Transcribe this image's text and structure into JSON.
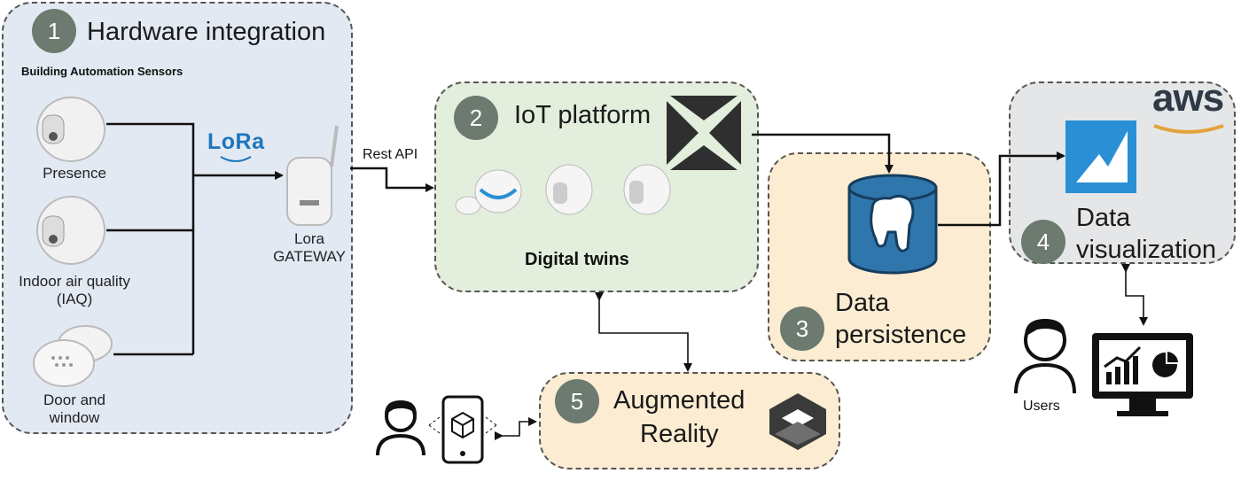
{
  "hardware": {
    "number": "1",
    "title": "Hardware integration",
    "subtitle": "Building Automation Sensors",
    "sensors": [
      "Presence",
      "Indoor air quality",
      "(IAQ)",
      "Door and",
      "window"
    ],
    "lora_logo": "LoRa",
    "gateway": [
      "Lora",
      "GATEWAY"
    ]
  },
  "rest_api": "Rest API",
  "iot": {
    "number": "2",
    "title": "IoT platform",
    "caption": "Digital twins"
  },
  "persistence": {
    "number": "3",
    "title_line1": "Data",
    "title_line2": "persistence"
  },
  "visualization": {
    "number": "4",
    "title_line1": "Data",
    "title_line2": "visualization",
    "aws_logo": "aws"
  },
  "ar": {
    "number": "5",
    "title_line1": "Augmented",
    "title_line2": "Reality"
  },
  "users_label": "Users",
  "colors": {
    "badge": "#6c7a6f",
    "hardware_bg": "#e2e9f3",
    "iot_bg": "#e3eedc",
    "orange_bg": "#fcecd2",
    "vis_bg": "#e4e6e8",
    "aws_blue": "#2b8fd6",
    "lora_blue": "#1d75bb"
  }
}
